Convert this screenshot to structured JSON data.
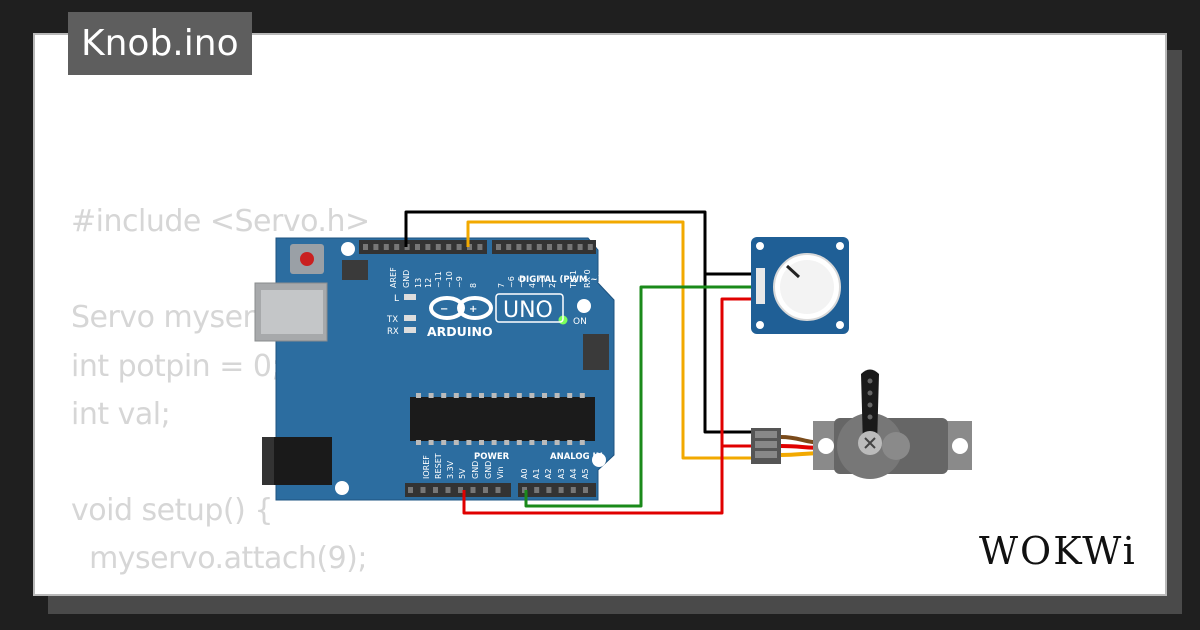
{
  "title": "Knob.ino",
  "code_lines": [
    "#include <Servo.h>",
    "",
    "Servo myservo;",
    "int potpin = 0;",
    "int val;",
    "",
    "void setup() {",
    "  myservo.attach(9);",
    "}"
  ],
  "board": {
    "name": "UNO",
    "brand": "ARDUINO",
    "label_digital": "DIGITAL (PWM ~)",
    "label_power": "POWER",
    "label_analog": "ANALOG IN",
    "label_on": "ON",
    "label_l": "L",
    "label_tx": "TX",
    "label_rx": "RX",
    "top_pins": [
      "AREF",
      "GND",
      "13",
      "12",
      "~11",
      "~10",
      "~9",
      "8",
      "7",
      "~6",
      "~5",
      "4",
      "~3",
      "2",
      "TX 1",
      "RX 0"
    ],
    "power_pins": [
      "IOREF",
      "RESET",
      "3.3V",
      "5V",
      "GND",
      "GND",
      "Vin"
    ],
    "analog_pins": [
      "A0",
      "A1",
      "A2",
      "A3",
      "A4",
      "A5"
    ],
    "color": "#2c6da0"
  },
  "logo": "WOKWi",
  "wire_colors": {
    "gnd": "#000000",
    "signal": "#f2a900",
    "analog": "#1a8a1a",
    "vcc": "#e00000"
  }
}
